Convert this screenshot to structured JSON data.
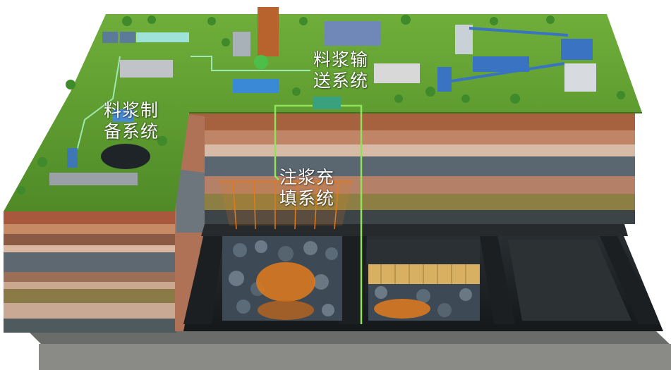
{
  "labels": {
    "slurry_preparation": {
      "line1": "料浆制",
      "line2": "备系统"
    },
    "slurry_transport": {
      "line1": "料浆输",
      "line2": "送系统"
    },
    "grouting_filling": {
      "line1": "注浆充",
      "line2": "填系统"
    }
  },
  "colors": {
    "grass": "#5b9a2e",
    "pipe": "#8fe35a",
    "slurry": "#e07a1e",
    "rock": "#2e3a44"
  }
}
